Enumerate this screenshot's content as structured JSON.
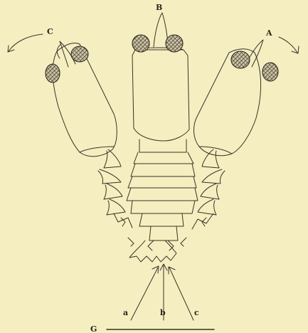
{
  "labels": {
    "A": "A",
    "B": "B",
    "C": "C",
    "a": "a",
    "b": "b",
    "c": "c",
    "G": "G"
  },
  "colors": {
    "paper": "#f5eec0",
    "ink": "#3a3128"
  }
}
